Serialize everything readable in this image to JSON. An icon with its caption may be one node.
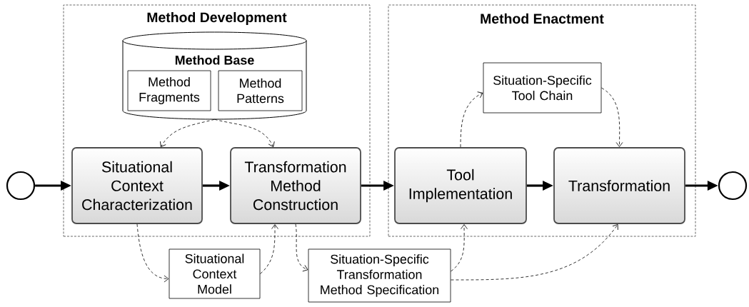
{
  "diagram": {
    "nodes": [
      {
        "text": [
          "Method Development"
        ]
      },
      {
        "text": [
          "Method Base"
        ],
        "in": 0
      },
      {
        "text": [
          "Method Fragments"
        ],
        "in": 1
      },
      {
        "text": [
          "Method Patterns"
        ],
        "in": 1
      },
      {
        "text": [
          "Situational Context Characterization"
        ],
        "in": 0
      },
      {
        "text": [
          "Transformation Method Construction"
        ],
        "in": 0
      },
      {
        "text": [
          "Method Enactment"
        ]
      },
      {
        "text": [
          "Situation-Specific Tool Chain"
        ],
        "in": 6
      },
      {
        "text": [
          "Tool Implementation"
        ],
        "in": 6
      },
      {
        "text": [
          "Transformation"
        ],
        "in": 6
      },
      {
        "text": [],
        "shape": "circle"
      },
      {
        "text": [],
        "shape": "circle"
      },
      {
        "text": [
          "Situational Context Model"
        ]
      },
      {
        "text": [
          "Situation-Specific Transformation Method Specification"
        ]
      }
    ],
    "edges": [
      {
        "from": 10,
        "to": 4,
        "arrow": "to",
        "style": "thick"
      },
      {
        "from": 4,
        "to": 5,
        "arrow": "to",
        "style": "thick"
      },
      {
        "from": 5,
        "to": 8,
        "arrow": "to",
        "style": "thick"
      },
      {
        "from": 8,
        "to": 9,
        "arrow": "to",
        "style": "thick"
      },
      {
        "from": 9,
        "to": 11,
        "arrow": "to",
        "style": "thick"
      },
      {
        "from": 1,
        "to": 4,
        "arrow": "to",
        "style": "dashed"
      },
      {
        "from": 1,
        "to": 5,
        "arrow": "to",
        "style": "dashed"
      },
      {
        "from": 4,
        "to": 12,
        "arrow": "to",
        "style": "dashed"
      },
      {
        "from": 12,
        "to": 5,
        "arrow": "to",
        "style": "dashed"
      },
      {
        "from": 5,
        "to": 13,
        "arrow": "to",
        "style": "dashed"
      },
      {
        "from": 13,
        "to": 8,
        "arrow": "to",
        "style": "dashed"
      },
      {
        "from": 13,
        "to": 9,
        "arrow": "to",
        "style": "dashed"
      },
      {
        "from": 8,
        "to": 7,
        "arrow": "to",
        "style": "dashed"
      },
      {
        "from": 7,
        "to": 9,
        "arrow": "to",
        "style": "dashed"
      }
    ]
  }
}
